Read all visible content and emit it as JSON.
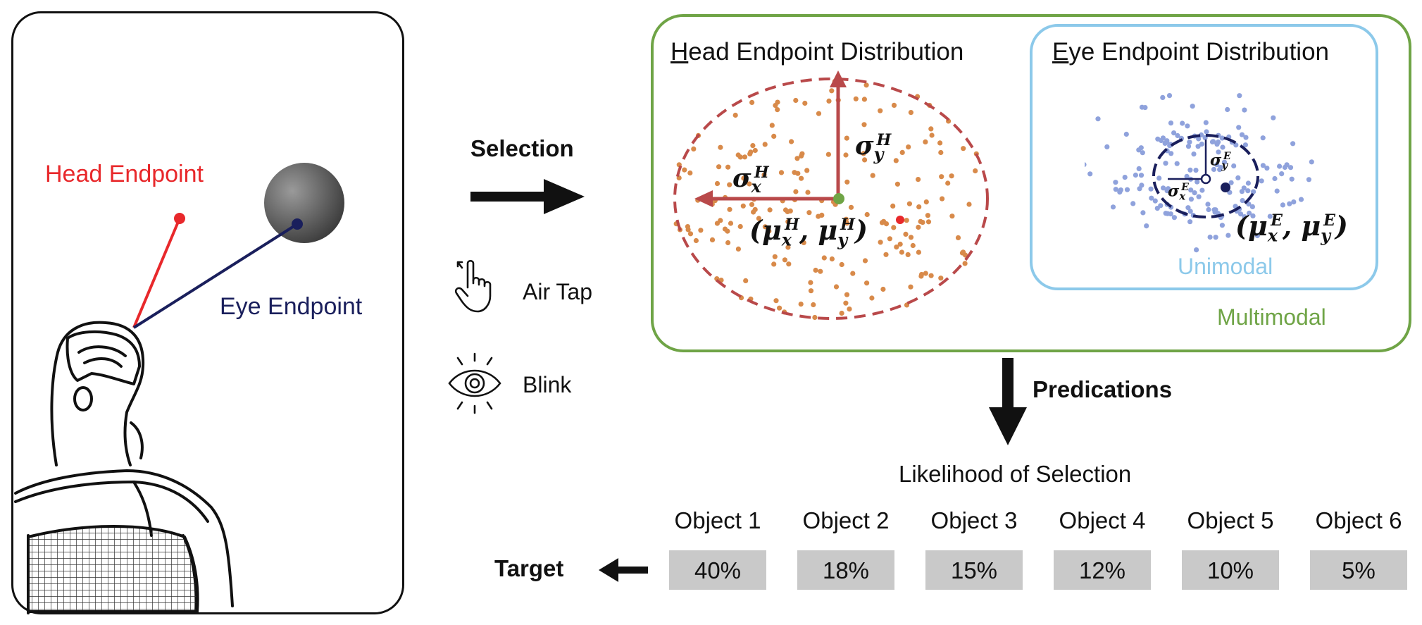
{
  "person_panel": {
    "head_endpoint_label": "Head Endpoint",
    "eye_endpoint_label": "Eye Endpoint"
  },
  "selection": {
    "label": "Selection",
    "methods": [
      {
        "icon": "air-tap-icon",
        "label": "Air Tap"
      },
      {
        "icon": "blink-icon",
        "label": "Blink"
      }
    ]
  },
  "head_distribution": {
    "title_initial": "H",
    "title_rest": "ead Endpoint Distribution",
    "sigma_x": "σ",
    "sigma_x_sub": "x",
    "sigma_x_sup": "H",
    "sigma_y": "σ",
    "sigma_y_sub": "y",
    "sigma_y_sup": "H",
    "mean": "(μ",
    "mean_x_sub": "x",
    "mean_x_sup": "H",
    "mean_mid": ", μ",
    "mean_y_sub": "y",
    "mean_y_sup": "H",
    "mean_close": ")"
  },
  "eye_distribution": {
    "title_initial": "E",
    "title_rest": "ye Endpoint Distribution",
    "sigma": "σ",
    "sigma_x_sub": "x",
    "sigma_x_sup": "E",
    "sigma_y_sub": "y",
    "sigma_y_sup": "E",
    "mean": "(μ",
    "mean_x_sub": "x",
    "mean_x_sup": "E",
    "mean_mid": ", μ",
    "mean_y_sub": "y",
    "mean_y_sup": "E",
    "mean_close": ")"
  },
  "unimodal_label": "Unimodal",
  "multimodal_label": "Multimodal",
  "predictions_label": "Predications",
  "likelihood_title": "Likelihood of Selection",
  "target_label": "Target",
  "objects": [
    {
      "name": "Object 1",
      "probability": "40%"
    },
    {
      "name": "Object 2",
      "probability": "18%"
    },
    {
      "name": "Object 3",
      "probability": "15%"
    },
    {
      "name": "Object 4",
      "probability": "12%"
    },
    {
      "name": "Object 5",
      "probability": "10%"
    },
    {
      "name": "Object 6",
      "probability": "5%"
    }
  ],
  "colors": {
    "head_red": "#e8282b",
    "eye_navy": "#1a1f5c",
    "head_dist": "#b9494a",
    "head_points": "#d88a4a",
    "eye_points": "#8fa2dc",
    "multimodal_green": "#6fa446",
    "unimodal_blue": "#8cc9ea",
    "mean_green": "#6fa446",
    "box_gray": "#c9c9c9"
  }
}
